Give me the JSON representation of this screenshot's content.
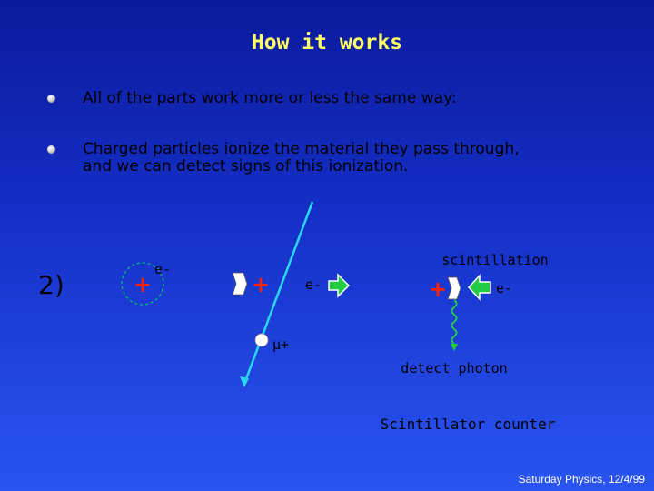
{
  "slide": {
    "title": "How it works",
    "bullets": [
      {
        "lines": [
          "All of the parts work more or less the same way:"
        ]
      },
      {
        "lines": [
          "Charged particles ionize the material they pass through,",
          "and we can detect signs of this ionization."
        ]
      }
    ],
    "step_label": "2)",
    "footer": "Saturday Physics, 12/4/99"
  },
  "diagram": {
    "atom_electron_label": "e-",
    "ion_plus_label": "+",
    "free_electron_label": "e-",
    "muon_label": "µ+",
    "scint_title": "scintillation",
    "scint_electron_label": "e-",
    "detect_label": "detect photon",
    "caption": "Scintillator counter"
  },
  "colors": {
    "title": "#ffff66",
    "plus_sign": "#ff2200",
    "track": "#29d8f0",
    "arrow_fill": "#22cc44",
    "photon": "#22cc44",
    "dashed_orbit": "#00cc66"
  }
}
